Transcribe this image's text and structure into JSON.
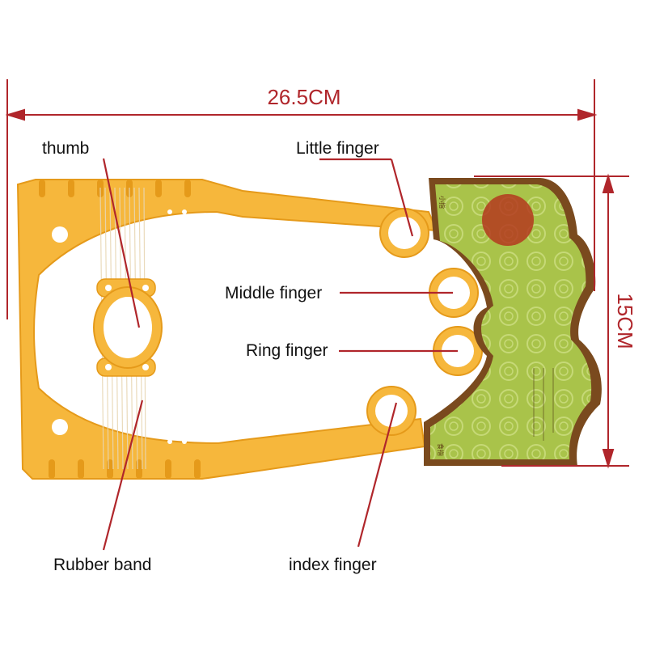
{
  "dimensions": {
    "width": "26.5CM",
    "height": "15CM"
  },
  "labels": {
    "thumb": "thumb",
    "little_finger": "Little finger",
    "middle_finger": "Middle finger",
    "ring_finger": "Ring finger",
    "index_finger": "index finger",
    "rubber_band": "Rubber band"
  },
  "colors": {
    "frame": "#f6b73c",
    "frame_dark": "#e59a1a",
    "annotation": "#b0262b",
    "package_green": "#a9c34a",
    "package_border": "#7a4a1e"
  },
  "package_text": {
    "top": "小指",
    "bottom": "食指"
  }
}
